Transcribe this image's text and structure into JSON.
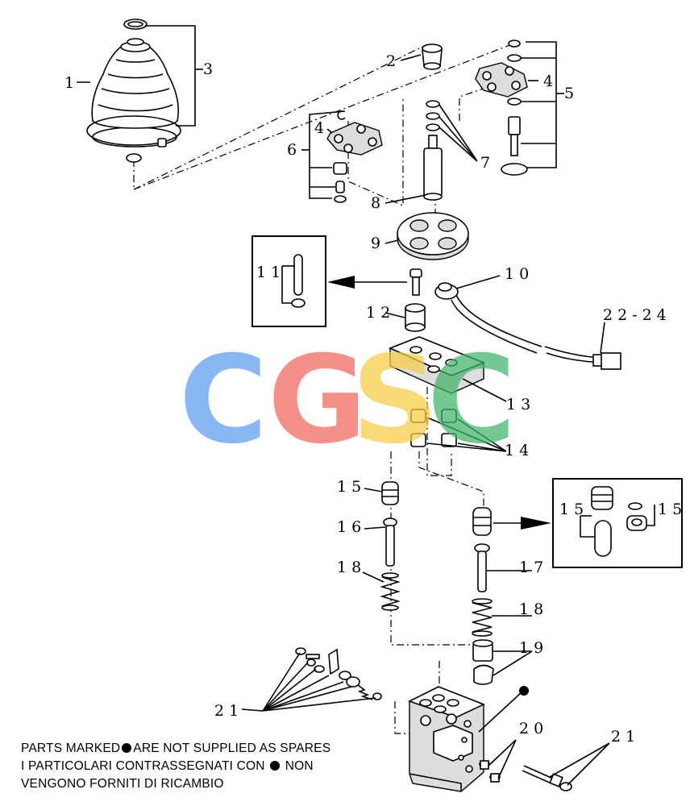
{
  "callouts": {
    "c1": "1",
    "c2": "2",
    "c3": "3",
    "c4a": "4",
    "c4b": "4",
    "c5": "5",
    "c6": "6",
    "c7": "7",
    "c8": "8",
    "c9": "9",
    "c10": "10",
    "c11": "11",
    "c12": "12",
    "c13": "13",
    "c14": "14",
    "c15a": "15",
    "c15b": "15",
    "c15c": "15",
    "c16": "16",
    "c17": "17",
    "c18a": "18",
    "c18b": "18",
    "c19": "19",
    "c20": "20",
    "c21a": "21",
    "c21b": "21",
    "c22": "22-24"
  },
  "notes": {
    "line1_pre": "PARTS MARKED",
    "line1_post": "ARE NOT SUPPLIED AS SPARES",
    "line2_pre": "I PARTICOLARI  CONTRASSEGNATI  CON",
    "line2_post": "NON",
    "line3": "VENGONO FORNITI DI RICAMBIO"
  },
  "watermark": {
    "letters": [
      "C",
      "G",
      "S",
      "C"
    ],
    "colors": [
      "#5b9cf0",
      "#f0665c",
      "#f7cd45",
      "#3fb46a"
    ]
  }
}
